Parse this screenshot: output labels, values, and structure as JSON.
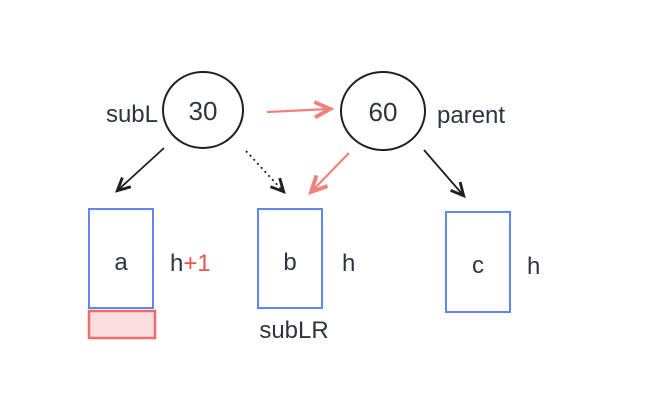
{
  "diagram_type": "avl-tree-rotation",
  "nodes": {
    "subl": {
      "label": "subL",
      "value": "30"
    },
    "parent": {
      "label": "parent",
      "value": "60"
    }
  },
  "subtrees": {
    "a": {
      "name": "a",
      "height": "h",
      "height_suffix": "+1"
    },
    "b": {
      "name": "b",
      "height": "h",
      "caption": "subLR"
    },
    "c": {
      "name": "c",
      "height": "h"
    }
  },
  "colors": {
    "ink": "#1f1f1f",
    "text": "#2e3440",
    "accent_red": "#f4504c",
    "arrow_red": "#f0807a",
    "box_blue": "#5e87f2",
    "extra_fill": "#fbdede",
    "extra_stroke": "#f26b6b",
    "background": "#ffffff"
  }
}
